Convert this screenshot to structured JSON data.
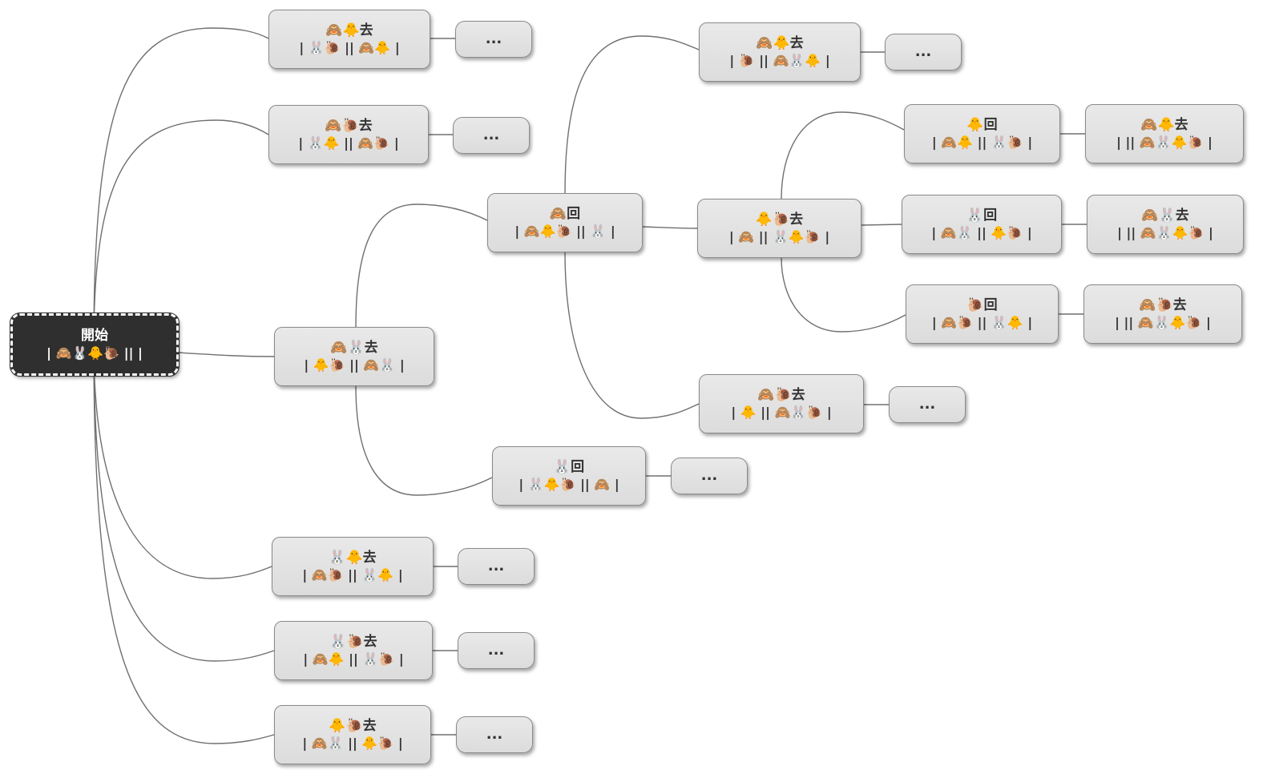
{
  "nodes": {
    "root": {
      "title": "開始",
      "sub": "| 🙈🐰🐥🐌 || |"
    },
    "a1": {
      "title": "🙈🐥去",
      "sub": "| 🐰🐌 || 🙈🐥 |"
    },
    "a2": {
      "title": "🙈🐌去",
      "sub": "| 🐰🐥 || 🙈🐌 |"
    },
    "a3": {
      "title": "🙈🐰去",
      "sub": "| 🐥🐌 || 🙈🐰 |"
    },
    "a4": {
      "title": "🐰🐥去",
      "sub": "| 🙈🐌 || 🐰🐥 |"
    },
    "a5": {
      "title": "🐰🐌去",
      "sub": "| 🙈🐥 || 🐰🐌 |"
    },
    "a6": {
      "title": "🐥🐌去",
      "sub": "| 🙈🐰 || 🐥🐌 |"
    },
    "b1": {
      "title": "🙈回",
      "sub": "| 🙈🐥🐌 || 🐰 |"
    },
    "b2": {
      "title": "🐰回",
      "sub": "| 🐰🐥🐌 || 🙈 |"
    },
    "c1": {
      "title": "🙈🐥去",
      "sub": "| 🐌 || 🙈🐰🐥 |"
    },
    "c2": {
      "title": "🐥🐌去",
      "sub": "| 🙈 || 🐰🐥🐌 |"
    },
    "c3": {
      "title": "🙈🐌去",
      "sub": "| 🐥 || 🙈🐰🐌 |"
    },
    "d1": {
      "title": "🐥回",
      "sub": "| 🙈🐥 || 🐰🐌 |"
    },
    "d2": {
      "title": "🐰回",
      "sub": "| 🙈🐰 || 🐥🐌 |"
    },
    "d3": {
      "title": "🐌回",
      "sub": "| 🙈🐌 || 🐰🐥 |"
    },
    "e1": {
      "title": "🙈🐥去",
      "sub": "| || 🙈🐰🐥🐌 |"
    },
    "e2": {
      "title": "🙈🐰去",
      "sub": "| || 🙈🐰🐥🐌 |"
    },
    "e3": {
      "title": "🙈🐌去",
      "sub": "| || 🙈🐰🐥🐌 |"
    }
  },
  "more_label": "...",
  "colors": {
    "edge": "#707070",
    "node_fill": "#e2e2e2",
    "node_border": "#8a8a8a",
    "root_fill": "#2f2f2f",
    "root_text": "#ffffff"
  }
}
